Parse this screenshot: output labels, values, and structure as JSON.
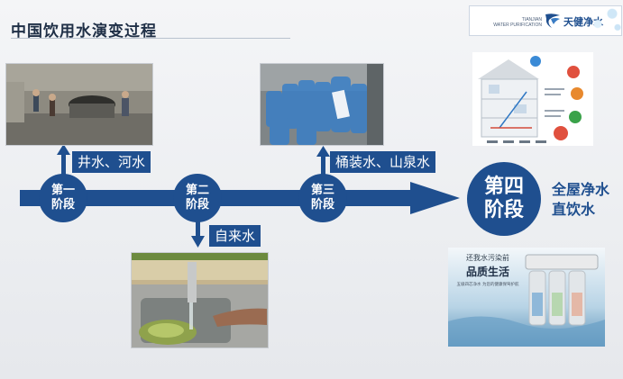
{
  "slide": {
    "title": "中国饮用水演变过程"
  },
  "logo": {
    "subtitle_line1": "TIANJIAN",
    "subtitle_line2": "WATER PURIFICATION",
    "brand_name": "天健净水"
  },
  "stages": [
    {
      "line1": "第一",
      "line2": "阶段",
      "label": "井水、河水"
    },
    {
      "line1": "第二",
      "line2": "阶段",
      "label": "自来水"
    },
    {
      "line1": "第三",
      "line2": "阶段",
      "label": "桶装水、山泉水"
    },
    {
      "line1": "第四",
      "line2": "阶段",
      "label_line1": "全屋净水",
      "label_line2": "直饮水"
    }
  ],
  "product_ad": {
    "line1": "还我水污染前",
    "line2": "品质生活",
    "line3": "五级四芯净水 为您的健康保驾护航"
  },
  "colors": {
    "accent": "#1f4f8f",
    "title": "#1f2f46",
    "background": "#eceef1"
  }
}
